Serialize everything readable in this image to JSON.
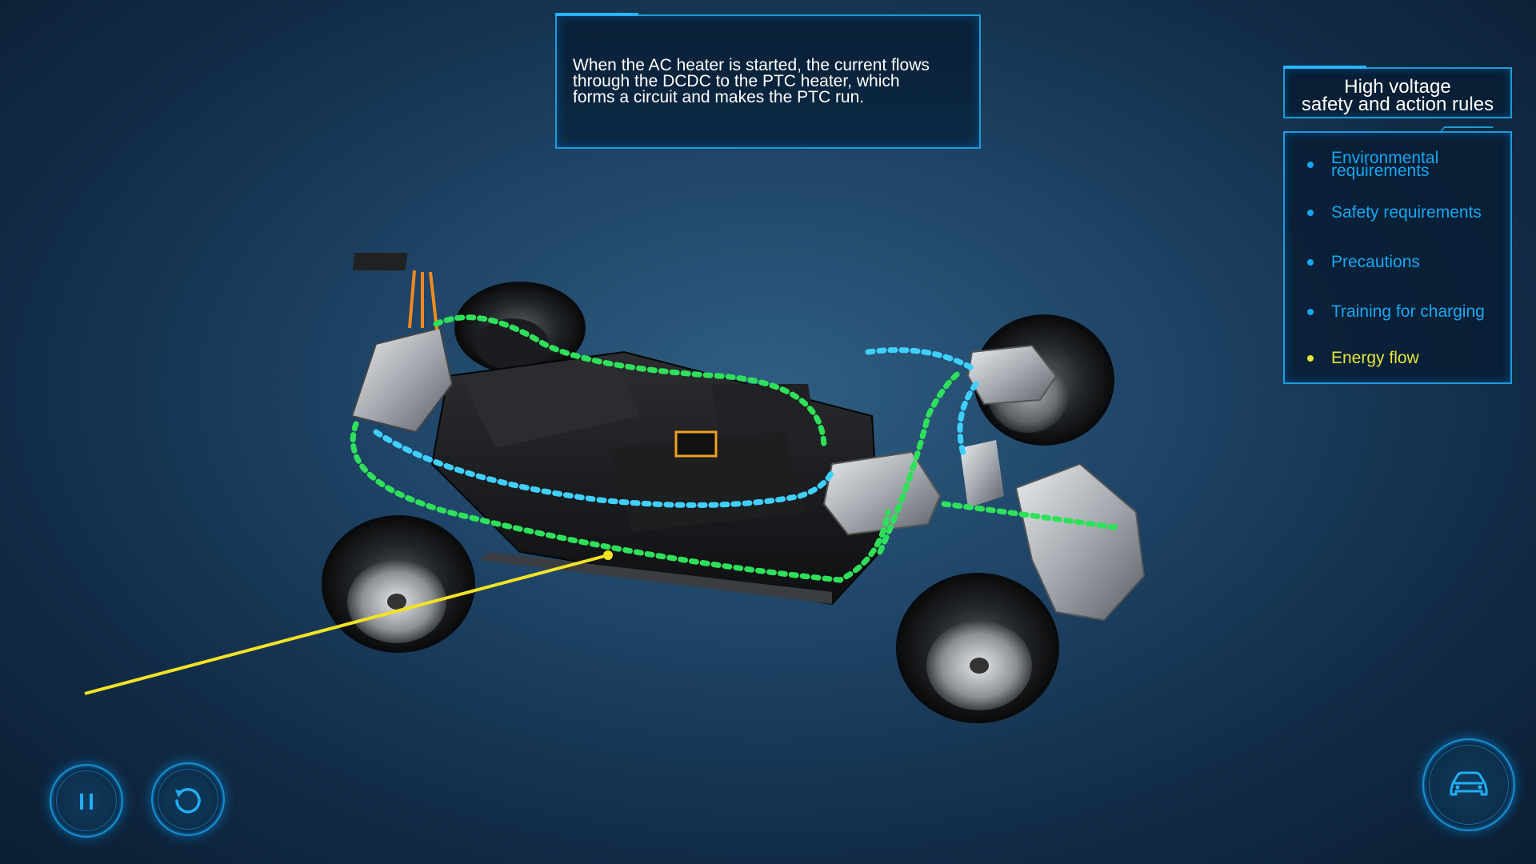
{
  "info": {
    "lines": [
      "When the AC heater is started, the current flows",
      "through the DCDC to the PTC heater, which",
      "forms a circuit and makes the PTC run."
    ]
  },
  "panel": {
    "title_line1": "High voltage",
    "title_line2": "safety and action rules",
    "items": [
      {
        "line1": "Environmental",
        "line2": "requirements"
      },
      {
        "label": "Safety requirements"
      },
      {
        "label": "Precautions"
      },
      {
        "label": "Training for charging"
      },
      {
        "label": "Energy flow"
      }
    ]
  },
  "controls": {
    "pause_icon": "pause-icon",
    "replay_icon": "replay-icon",
    "car_icon": "car-icon"
  },
  "colors": {
    "accent": "#1e9bd6",
    "menu_text": "#17a7f0",
    "active": "#e5e63a",
    "flow_green": "#2fe05a",
    "flow_cyan": "#3fd0ff",
    "pointer": "#f2e324"
  }
}
